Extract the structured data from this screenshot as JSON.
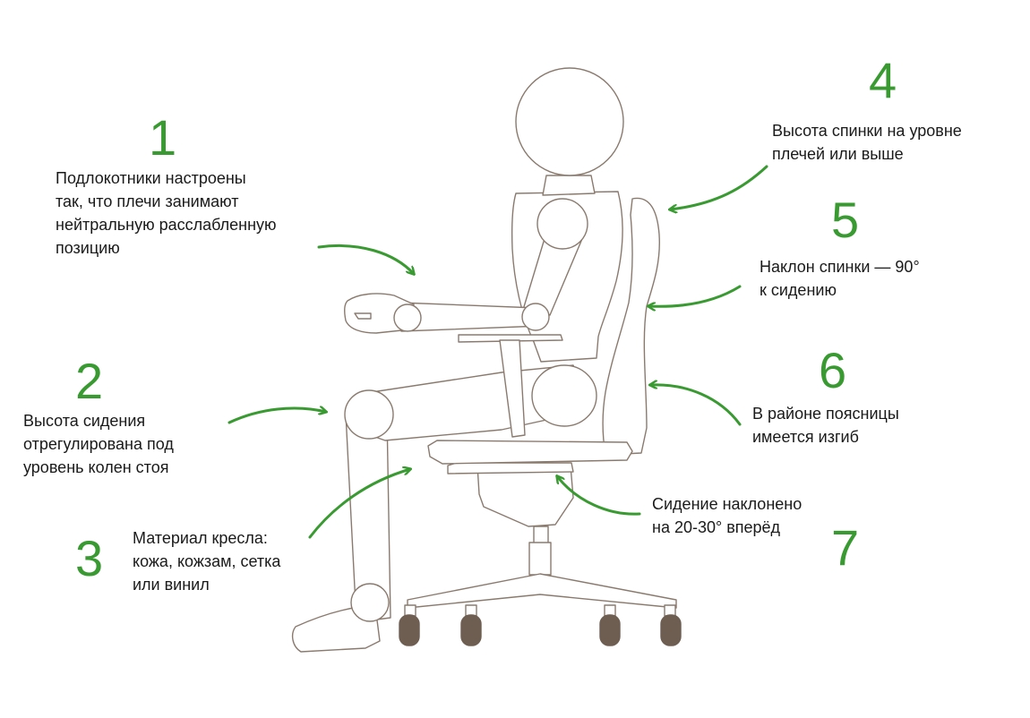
{
  "colors": {
    "accent": "#3a9a32",
    "line": "#8a7a6e",
    "wheel": "#6e5e52",
    "text": "#1a1a1a"
  },
  "callouts": [
    {
      "number": "1",
      "text": "Подлокотники настроены\nтак, что плечи занимают\nнейтральную расслабленную\nпозицию"
    },
    {
      "number": "2",
      "text": "Высота сидения\nотрегулирована под\nуровень колен стоя"
    },
    {
      "number": "3",
      "text": "Материал кресла:\nкожа, кожзам, сетка\nили винил"
    },
    {
      "number": "4",
      "text": "Высота спинки на уровне\nплечей или выше"
    },
    {
      "number": "5",
      "text": "Наклон спинки — 90°\nк сидению"
    },
    {
      "number": "6",
      "text": "В районе поясницы\nимеется изгиб"
    },
    {
      "number": "7",
      "text": "Сидение наклонено\nна 20-30° вперёд"
    }
  ]
}
